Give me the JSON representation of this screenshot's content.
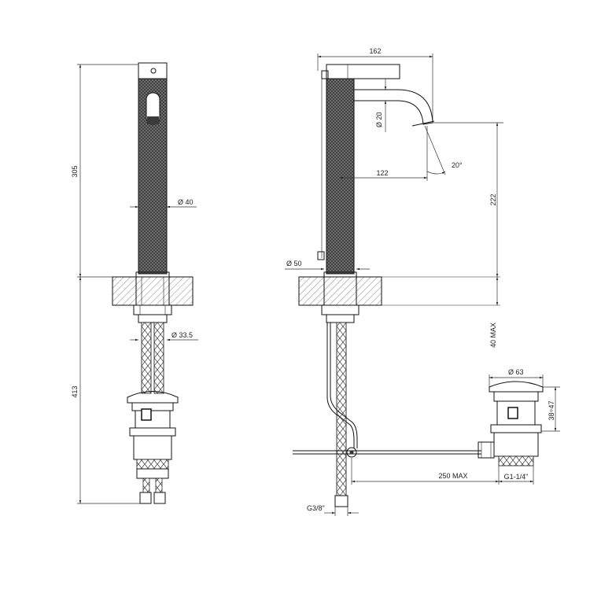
{
  "dimensions": {
    "front_height": "305",
    "front_diameter": "Ø 40",
    "thread_diameter": "Ø 33.5",
    "hose_length": "413",
    "spout_reach": "162",
    "spout_diameter": "Ø 20",
    "spout_offset": "122",
    "spout_angle": "20°",
    "spout_height": "222",
    "base_diameter": "Ø 50",
    "counter_thickness": "40 MAX",
    "waste_diameter": "Ø 63",
    "waste_height": "38÷47",
    "rod_length": "250 MAX",
    "waste_thread": "G1-1/4\"",
    "inlet_thread": "G3/8\""
  }
}
